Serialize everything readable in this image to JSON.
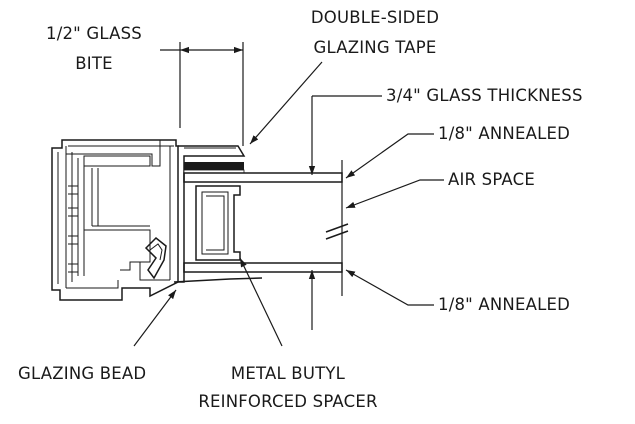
{
  "labels": {
    "glass_bite_line1": "1/2\" GLASS",
    "glass_bite_line2": "BITE",
    "tape_line1": "DOUBLE-SIDED",
    "tape_line2": "GLAZING TAPE",
    "glass_thickness": "3/4\" GLASS THICKNESS",
    "annealed_top": "1/8\" ANNEALED",
    "air_space": "AIR SPACE",
    "annealed_bottom": "1/8\" ANNEALED",
    "glazing_bead": "GLAZING BEAD",
    "spacer_line1": "METAL BUTYL",
    "spacer_line2": "REINFORCED SPACER"
  }
}
